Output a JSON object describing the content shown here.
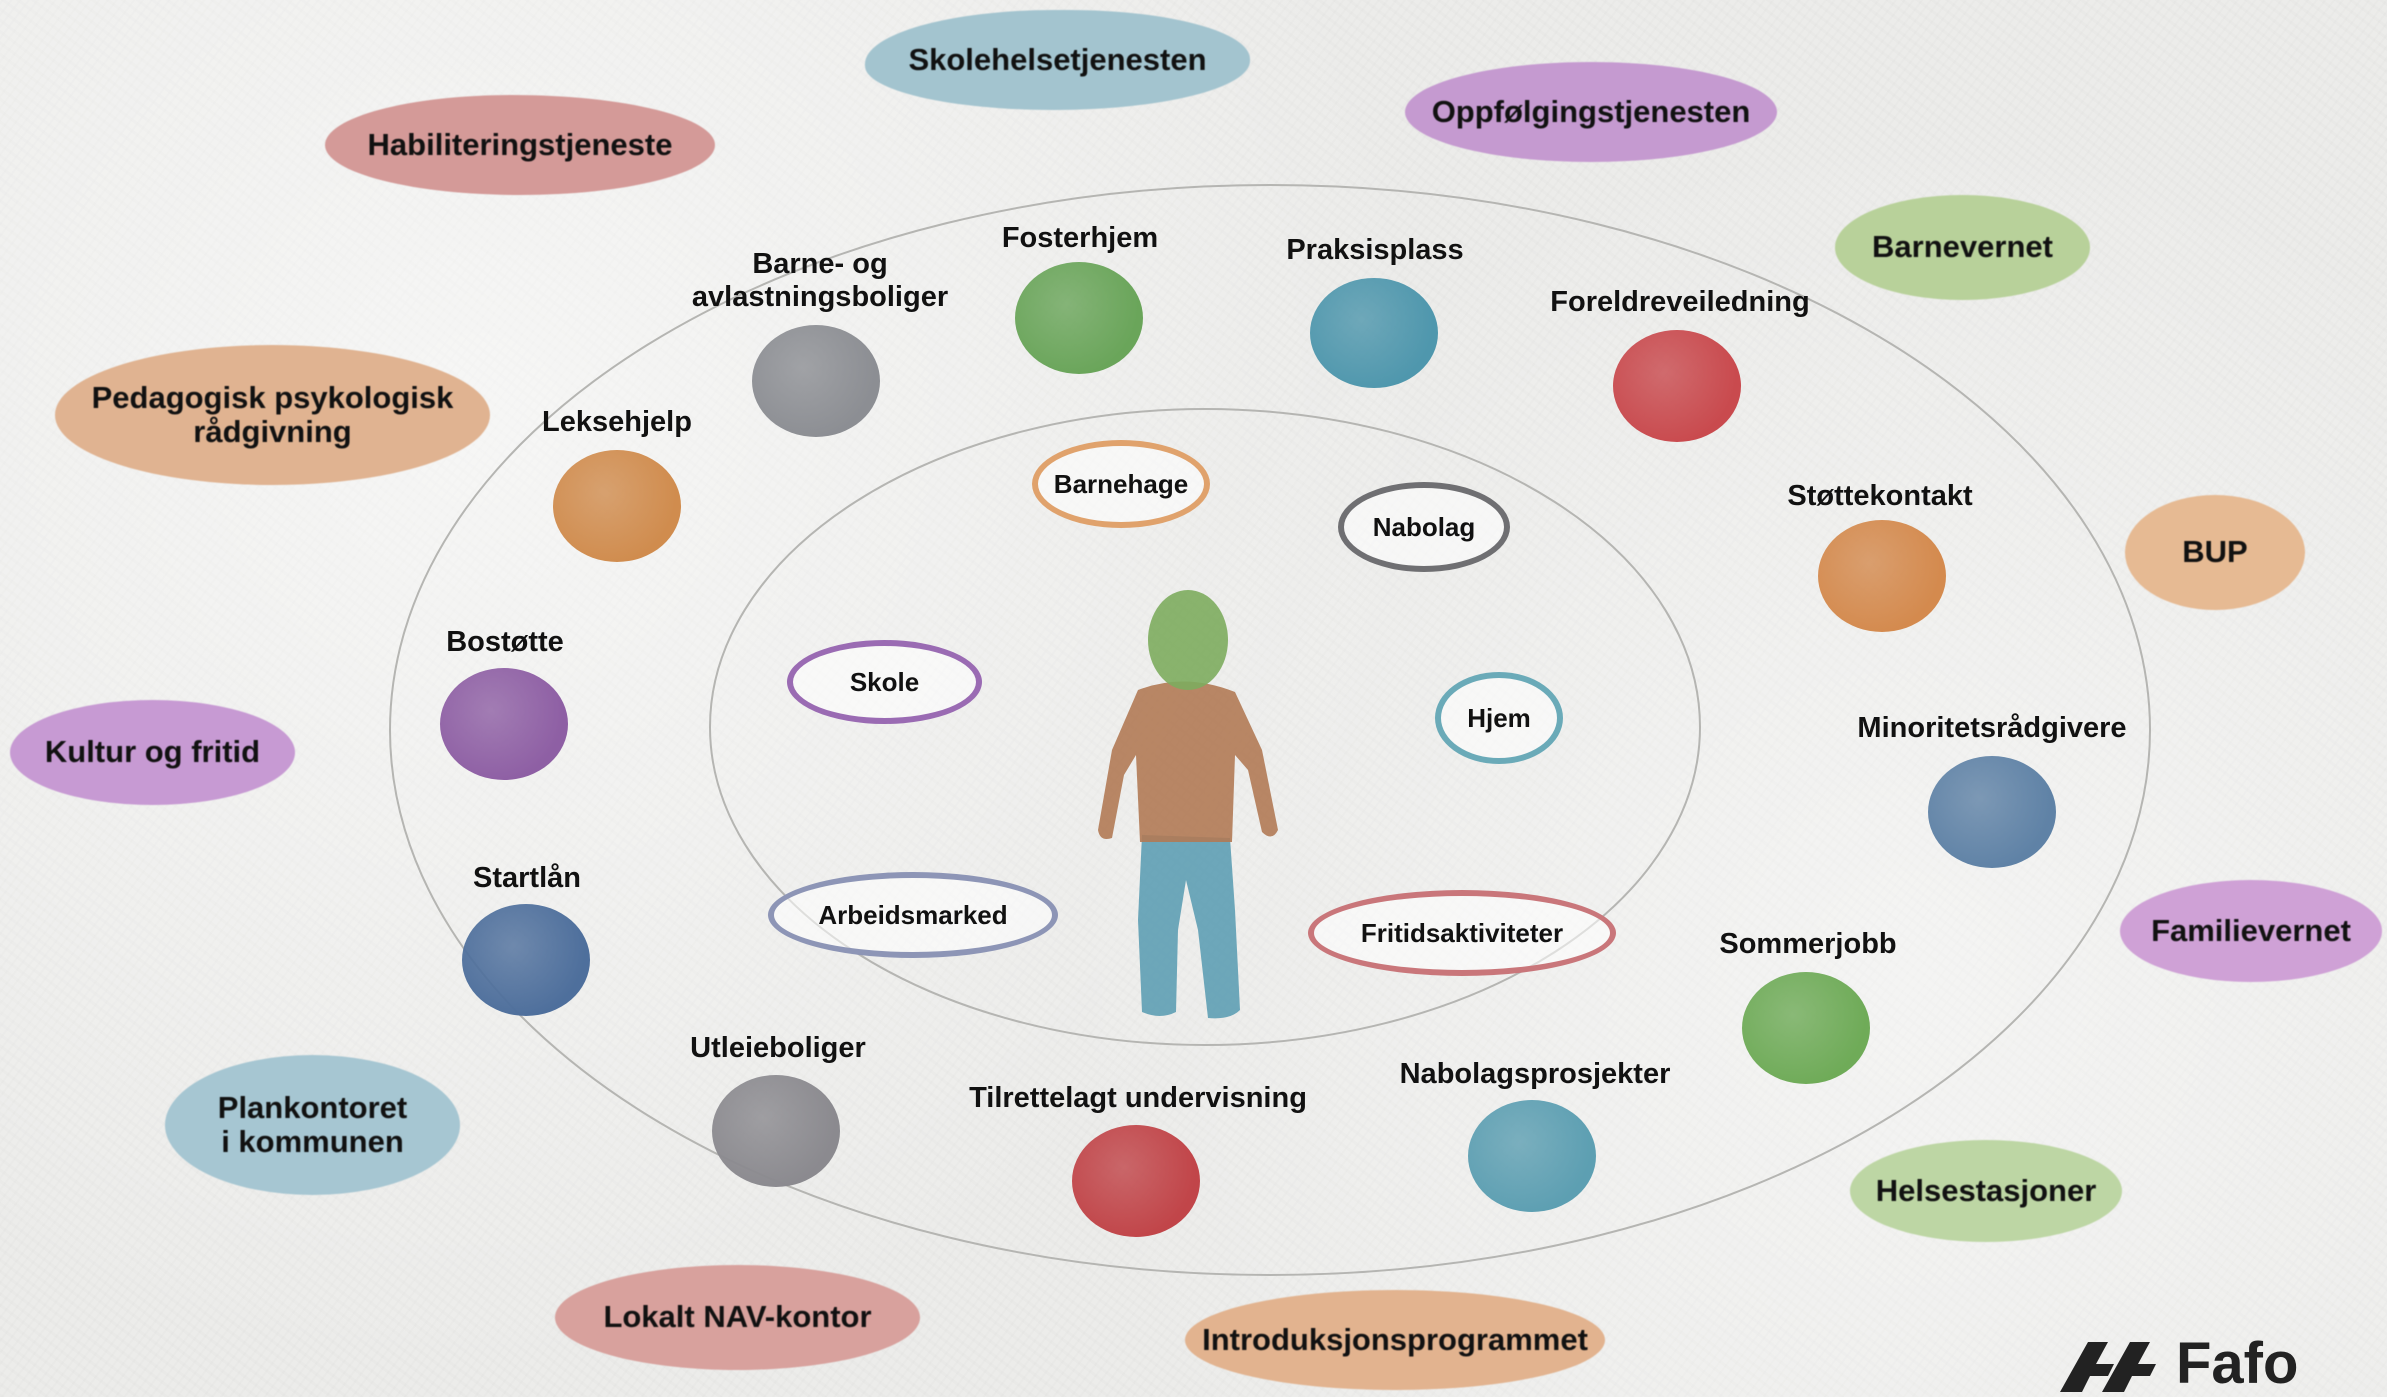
{
  "outer_services": [
    {
      "id": "skolehelse",
      "label": "Skolehelsetjenesten",
      "color": "#a3c4cf"
    },
    {
      "id": "oppfolging",
      "label": "Oppfølgingstjenesten",
      "color": "#c59ad0"
    },
    {
      "id": "habilitering",
      "label": "Habiliteringstjeneste",
      "color": "#d49a98"
    },
    {
      "id": "barnevernet",
      "label": "Barnevernet",
      "color": "#b8d19a"
    },
    {
      "id": "ppt",
      "label": "Pedagogisk psykologisk\nrådgivning",
      "color": "#e0b391"
    },
    {
      "id": "bup",
      "label": "BUP",
      "color": "#e6ba93"
    },
    {
      "id": "kultur",
      "label": "Kultur og fritid",
      "color": "#c79ad3"
    },
    {
      "id": "familievernet",
      "label": "Familievernet",
      "color": "#cfa1d6"
    },
    {
      "id": "plankontoret",
      "label": "Plankontoret\ni kommunen",
      "color": "#a6c6d2"
    },
    {
      "id": "helsestasjoner",
      "label": "Helsestasjoner",
      "color": "#bdd6a4"
    },
    {
      "id": "nav",
      "label": "Lokalt NAV-kontor",
      "color": "#d8a19d"
    },
    {
      "id": "introduksjon",
      "label": "Introduksjonsprogrammet",
      "color": "#e2b38f"
    }
  ],
  "middle_services": [
    {
      "id": "barneboliger",
      "label": "Barne- og\navlastningsboliger",
      "color": "#8c8e93"
    },
    {
      "id": "fosterhjem",
      "label": "Fosterhjem",
      "color": "#6aa55a"
    },
    {
      "id": "praksisplass",
      "label": "Praksisplass",
      "color": "#4f97ad"
    },
    {
      "id": "foreldreveiledning",
      "label": "Foreldreveiledning",
      "color": "#c94a4e"
    },
    {
      "id": "leksehjelp",
      "label": "Leksehjelp",
      "color": "#d08c4e"
    },
    {
      "id": "stottekontakt",
      "label": "Støttekontakt",
      "color": "#d48a4e"
    },
    {
      "id": "bostotte",
      "label": "Bostøtte",
      "color": "#8e5fa4"
    },
    {
      "id": "minoritet",
      "label": "Minoritetsrådgivere",
      "color": "#5f82a6"
    },
    {
      "id": "startlan",
      "label": "Startlån",
      "color": "#4e6f9c"
    },
    {
      "id": "sommerjobb",
      "label": "Sommerjobb",
      "color": "#6fab58"
    },
    {
      "id": "utleieboliger",
      "label": "Utleieboliger",
      "color": "#8b8a8f"
    },
    {
      "id": "tilrettelagt",
      "label": "Tilrettelagt undervisning",
      "color": "#c14549"
    },
    {
      "id": "nabolagsprosjekter",
      "label": "Nabolagsprosjekter",
      "color": "#5d9fb2"
    }
  ],
  "inner_arenas": [
    {
      "id": "barnehage",
      "label": "Barnehage",
      "color": "#e0a26c"
    },
    {
      "id": "nabolag",
      "label": "Nabolag",
      "color": "#6f6f72"
    },
    {
      "id": "skole",
      "label": "Skole",
      "color": "#9a6bb3"
    },
    {
      "id": "hjem",
      "label": "Hjem",
      "color": "#6aaab8"
    },
    {
      "id": "arbeidsmarked",
      "label": "Arbeidsmarked",
      "color": "#8d95b6"
    },
    {
      "id": "fritidsaktiviteter",
      "label": "Fritidsaktiviteter",
      "color": "#c9767a"
    }
  ],
  "child_colors": {
    "head": "#7dac5e",
    "body": "#b17a55",
    "legs": "#5e9fb4"
  },
  "logo": {
    "text": "Fafo",
    "color": "#222222"
  }
}
